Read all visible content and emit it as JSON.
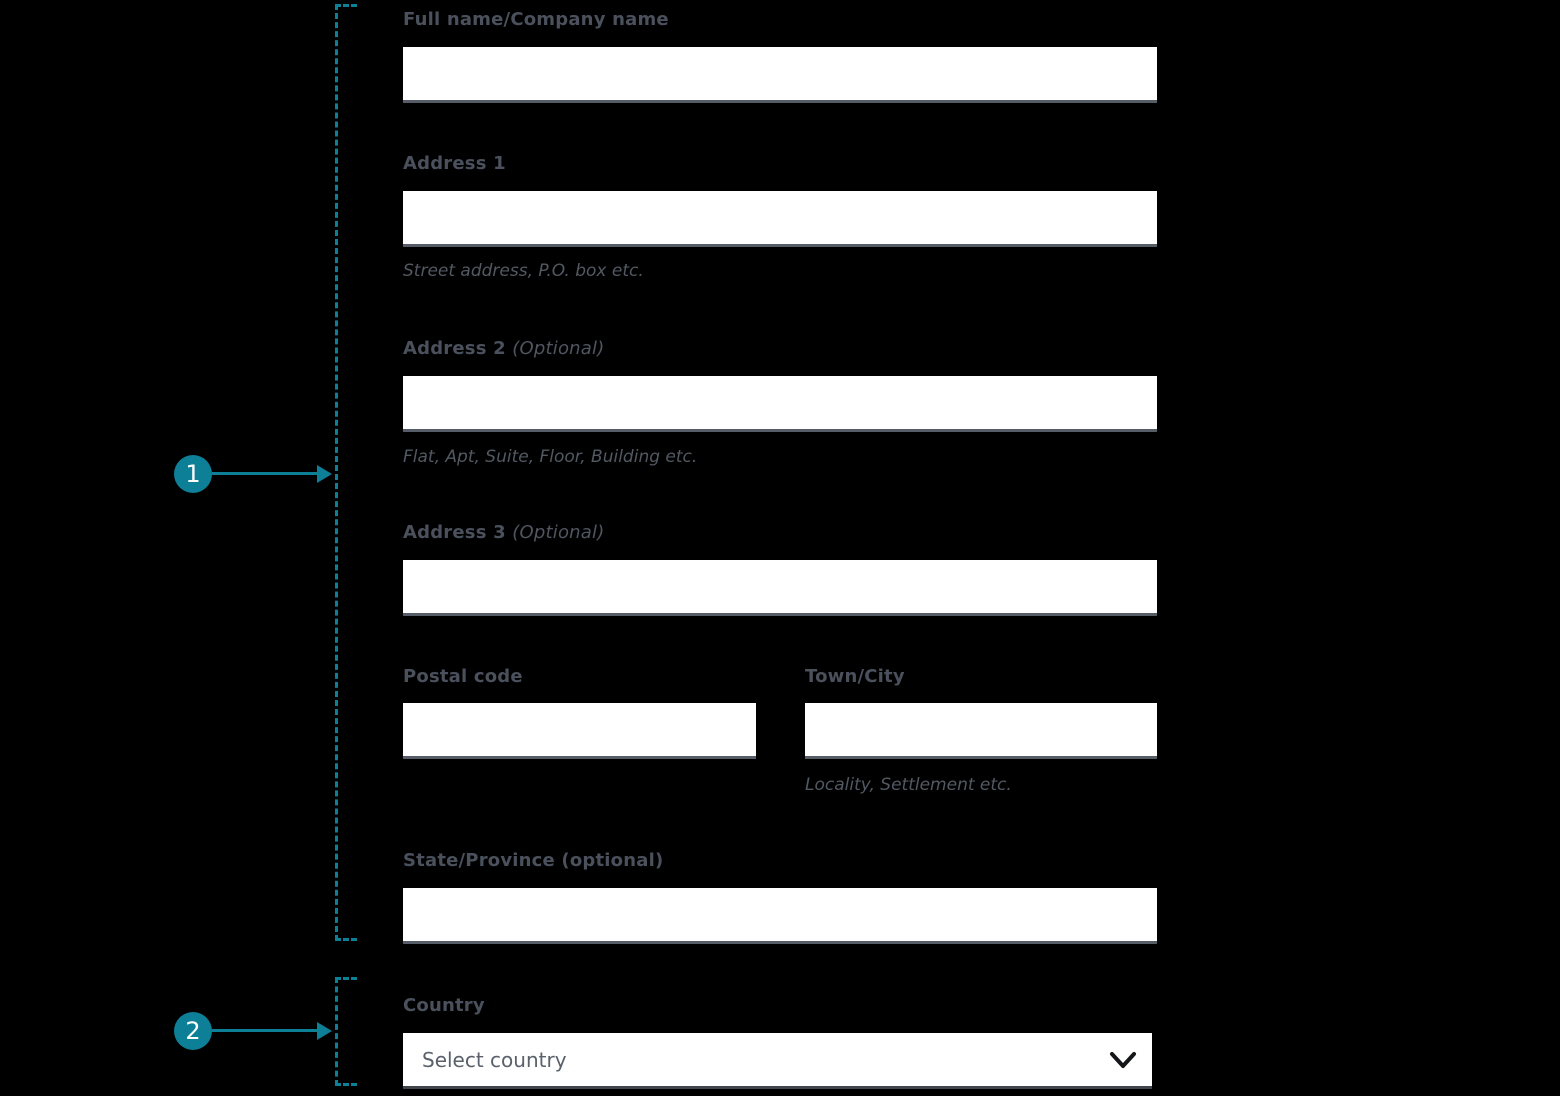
{
  "colors": {
    "background": "#000000",
    "accent_teal": "#0d7f97",
    "label_text": "#4a515c",
    "helper_text": "#525962",
    "input_background": "#ffffff",
    "input_border": "#575d66"
  },
  "annotations": {
    "marker1": {
      "number": "1"
    },
    "marker2": {
      "number": "2"
    }
  },
  "form": {
    "full_name": {
      "label": "Full name/Company name",
      "value": ""
    },
    "address1": {
      "label": "Address 1",
      "value": "",
      "helper": "Street address, P.O. box etc."
    },
    "address2": {
      "label": "Address 2",
      "optional": "(Optional)",
      "value": "",
      "helper": "Flat, Apt, Suite, Floor, Building etc."
    },
    "address3": {
      "label": "Address 3",
      "optional": "(Optional)",
      "value": ""
    },
    "postal_code": {
      "label": "Postal code",
      "value": ""
    },
    "town_city": {
      "label": "Town/City",
      "value": "",
      "helper": "Locality, Settlement etc."
    },
    "state_province": {
      "label": "State/Province (optional)",
      "value": ""
    },
    "country": {
      "label": "Country",
      "selected_option": "Select country"
    }
  }
}
